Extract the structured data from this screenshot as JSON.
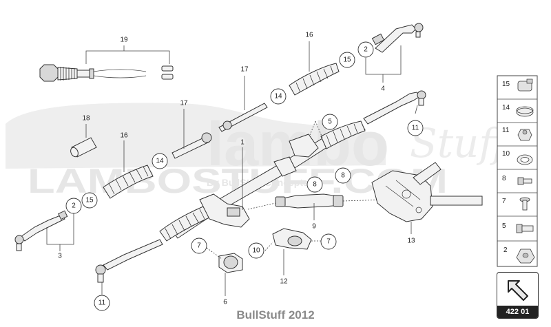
{
  "watermark": {
    "brand_large": "lambo",
    "brand_script": "Stuff",
    "site": "LAMBOSTUFF.COM",
    "tagline": "By BullStuff Concepts"
  },
  "callouts": {
    "c19": "19",
    "c16a": "16",
    "c17a": "17",
    "c15a": "15",
    "c14a": "14",
    "c2a": "2",
    "c4": "4",
    "c18": "18",
    "c16b": "16",
    "c17b": "17",
    "c14b": "14",
    "c15b": "15",
    "c2b": "2",
    "c3": "3",
    "c1": "1",
    "c5": "5",
    "c11a": "11",
    "c8a": "8",
    "c8b": "8",
    "c9": "9",
    "c13": "13",
    "c7a": "7",
    "c10": "10",
    "c7b": "7",
    "c12": "12",
    "c6": "6",
    "c11b": "11"
  },
  "legend": {
    "items": [
      "15",
      "14",
      "11",
      "10",
      "8",
      "7",
      "5",
      "2"
    ]
  },
  "page_code": "422 01",
  "footer": "BullStuff 2012"
}
